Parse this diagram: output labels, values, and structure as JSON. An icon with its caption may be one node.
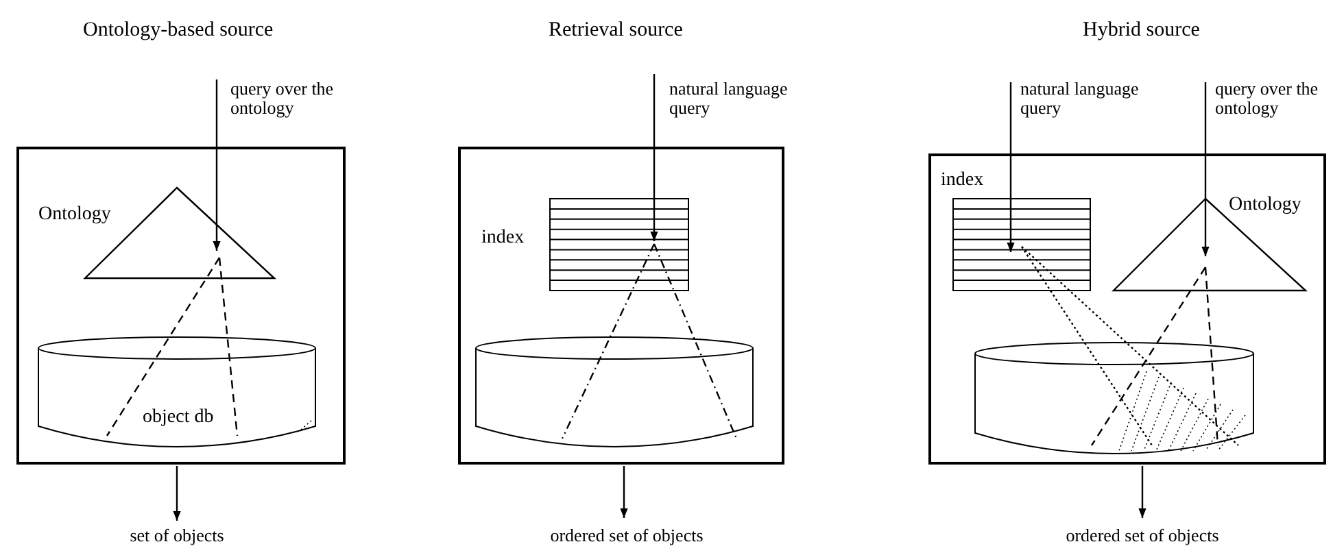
{
  "diagram": {
    "nodes": [
      {
        "text": [],
        "shape": "box"
      },
      {
        "text": [
          "query over the ontology"
        ]
      },
      {
        "text": [
          "Ontology"
        ],
        "in": 0
      },
      {
        "text": [
          "object db"
        ],
        "in": 0
      },
      {
        "text": [
          "set of objects"
        ]
      },
      {
        "text": [],
        "shape": "box"
      },
      {
        "text": [
          "natural language query"
        ]
      },
      {
        "text": [
          "index"
        ],
        "in": 5
      },
      {
        "text": [],
        "shape": "cylinder",
        "in": 5
      },
      {
        "text": [
          "ordered set of objects"
        ]
      },
      {
        "text": [],
        "shape": "box"
      },
      {
        "text": [
          "natural language query"
        ]
      },
      {
        "text": [
          "query over the ontology"
        ]
      },
      {
        "text": [
          "index"
        ],
        "in": 10
      },
      {
        "text": [
          "Ontology"
        ],
        "in": 10
      },
      {
        "text": [],
        "shape": "cylinder",
        "in": 10
      },
      {
        "text": [
          "ordered set of objects"
        ]
      }
    ],
    "edges": [
      {
        "from": 1,
        "to": 2,
        "arrow": "to"
      },
      {
        "from": 2,
        "to": 3,
        "arrow": "none",
        "style": "dashed"
      },
      {
        "from": 0,
        "to": 4,
        "arrow": "to"
      },
      {
        "from": 6,
        "to": 7,
        "arrow": "to"
      },
      {
        "from": 7,
        "to": 8,
        "arrow": "none",
        "style": "dashed"
      },
      {
        "from": 5,
        "to": 9,
        "arrow": "to"
      },
      {
        "from": 11,
        "to": 13,
        "arrow": "to"
      },
      {
        "from": 12,
        "to": 14,
        "arrow": "to"
      },
      {
        "from": 13,
        "to": 15,
        "arrow": "none",
        "style": "dashed"
      },
      {
        "from": 14,
        "to": 15,
        "arrow": "none",
        "style": "dashed"
      },
      {
        "from": 10,
        "to": 16,
        "arrow": "to"
      }
    ],
    "labels": [
      "Ontology-based source",
      "Retrieval source",
      "Hybrid source"
    ]
  }
}
